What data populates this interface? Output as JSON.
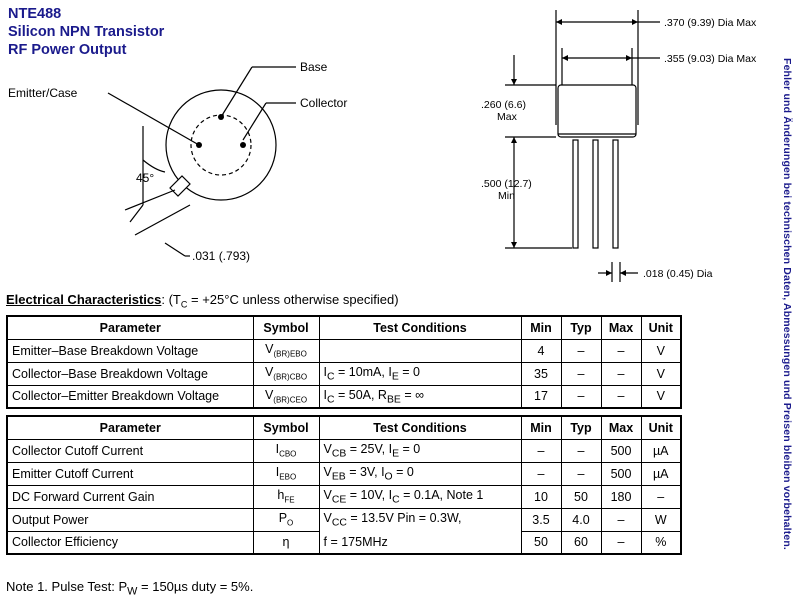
{
  "header": {
    "part_number": "NTE488",
    "device": "Silicon NPN Transistor",
    "application": "RF Power Output"
  },
  "pin_diagram": {
    "emitter_label": "Emitter/Case",
    "base_label": "Base",
    "collector_label": "Collector",
    "angle_label": "45°",
    "tab_label": ".031 (.793)"
  },
  "package_diagram": {
    "dia_max_1": ".370 (9.39) Dia Max",
    "dia_max_2": ".355 (9.03) Dia Max",
    "height_max_1": ".260 (6.6)",
    "height_max_2": "Max",
    "lead_min_1": ".500 (12.7)",
    "lead_min_2": "Min",
    "lead_dia": ".018 (0.45) Dia"
  },
  "side_note": "Fehler und Änderungen bei technischen Daten, Abmessungen und Preisen bleiben vorbehalten.",
  "electrical": {
    "title": "Electrical Characteristics",
    "cond_pre": ": (T",
    "cond_sub": "C",
    "cond_post": " = +25°C unless otherwise specified)",
    "headers": [
      "Parameter",
      "Symbol",
      "Test Conditions",
      "Min",
      "Typ",
      "Max",
      "Unit"
    ],
    "table1": [
      {
        "param": "Emitter–Base Breakdown Voltage",
        "sym": "V",
        "sym_sub": "(BR)EBO",
        "cond": "",
        "min": "4",
        "typ": "–",
        "max": "–",
        "unit": "V"
      },
      {
        "param": "Collector–Base Breakdown Voltage",
        "sym": "V",
        "sym_sub": "(BR)CBO",
        "cond": "I<sub>C</sub> = 10mA, I<sub>E</sub> = 0",
        "min": "35",
        "typ": "–",
        "max": "–",
        "unit": "V"
      },
      {
        "param": "Collector–Emitter Breakdown Voltage",
        "sym": "V",
        "sym_sub": "(BR)CEO",
        "cond": "I<sub>C</sub> = 50A, R<sub>BE</sub> = ∞",
        "min": "17",
        "typ": "–",
        "max": "–",
        "unit": "V"
      }
    ],
    "table2": [
      {
        "param": "Collector Cutoff Current",
        "sym": "I",
        "sym_sub": "CBO",
        "cond": "V<sub>CB</sub> = 25V, I<sub>E</sub> = 0",
        "min": "–",
        "typ": "–",
        "max": "500",
        "unit": "µA"
      },
      {
        "param": "Emitter Cutoff Current",
        "sym": "I",
        "sym_sub": "EBO",
        "cond": "V<sub>EB</sub> = 3V, I<sub>O</sub> = 0",
        "min": "–",
        "typ": "–",
        "max": "500",
        "unit": "µA"
      },
      {
        "param": "DC Forward Current Gain",
        "sym": "h",
        "sym_sub": "FE",
        "cond": "V<sub>CE</sub> = 10V, I<sub>C</sub> = 0.1A, Note 1",
        "min": "10",
        "typ": "50",
        "max": "180",
        "unit": "–"
      },
      {
        "param": "Output Power",
        "sym": "P",
        "sym_sub": "O",
        "cond": "V<sub>CC</sub> = 13.5V Pin = 0.3W,",
        "min": "3.5",
        "typ": "4.0",
        "max": "–",
        "unit": "W"
      },
      {
        "param": "Collector Efficiency",
        "sym": "η",
        "sym_sub": "",
        "cond": "f = 175MHz",
        "min": "50",
        "typ": "60",
        "max": "–",
        "unit": "%"
      }
    ]
  },
  "note": "Note  1. Pulse Test:  P<sub>W</sub> = 150µs duty = 5%."
}
